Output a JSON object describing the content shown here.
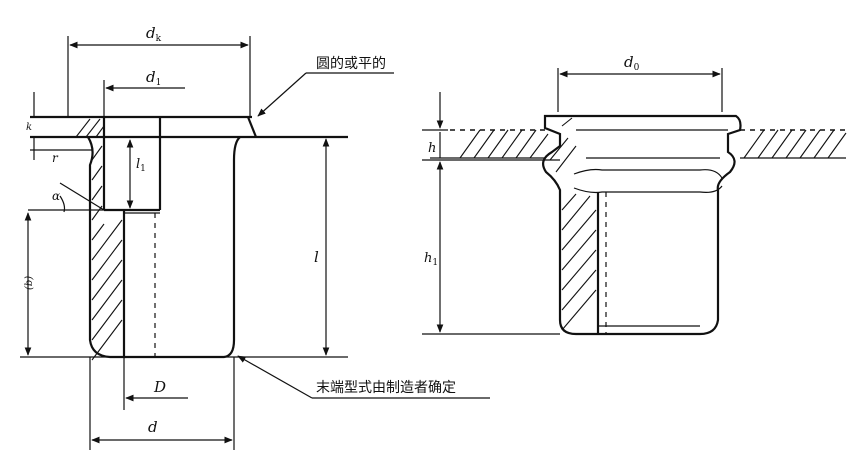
{
  "left_view": {
    "dk_label": "d",
    "dk_sub": "k",
    "d1_label": "d",
    "d1_sub": "1",
    "l1_label": "l",
    "l1_sub": "1",
    "l_label": "l",
    "r_label": "r",
    "alpha_label": "α",
    "b_label": "(b)",
    "k_label": "k",
    "D_label": "D",
    "d_label": "d",
    "note_top": "圆的或平的",
    "note_bottom": "末端型式由制造者确定"
  },
  "right_view": {
    "d0_label": "d",
    "d0_sub": "0",
    "h_label": "h",
    "h1_label": "h",
    "h1_sub": "1"
  }
}
